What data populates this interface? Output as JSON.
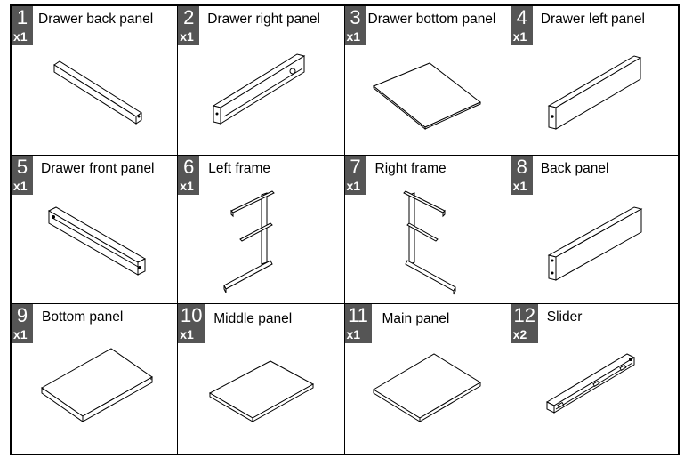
{
  "parts": [
    {
      "number": "1",
      "name": "Drawer back panel",
      "qty": "x1"
    },
    {
      "number": "2",
      "name": "Drawer right panel",
      "qty": "x1"
    },
    {
      "number": "3",
      "name": "Drawer bottom panel",
      "qty": "x1"
    },
    {
      "number": "4",
      "name": "Drawer left panel",
      "qty": "x1"
    },
    {
      "number": "5",
      "name": "Drawer front panel",
      "qty": "x1"
    },
    {
      "number": "6",
      "name": "Left frame",
      "qty": "x1"
    },
    {
      "number": "7",
      "name": "Right frame",
      "qty": "x1"
    },
    {
      "number": "8",
      "name": "Back panel",
      "qty": "x1"
    },
    {
      "number": "9",
      "name": "Bottom panel",
      "qty": "x1"
    },
    {
      "number": "10",
      "name": "Middle panel",
      "qty": "x1"
    },
    {
      "number": "11",
      "name": "Main panel",
      "qty": "x1"
    },
    {
      "number": "12",
      "name": "Slider",
      "qty": "x2"
    }
  ]
}
